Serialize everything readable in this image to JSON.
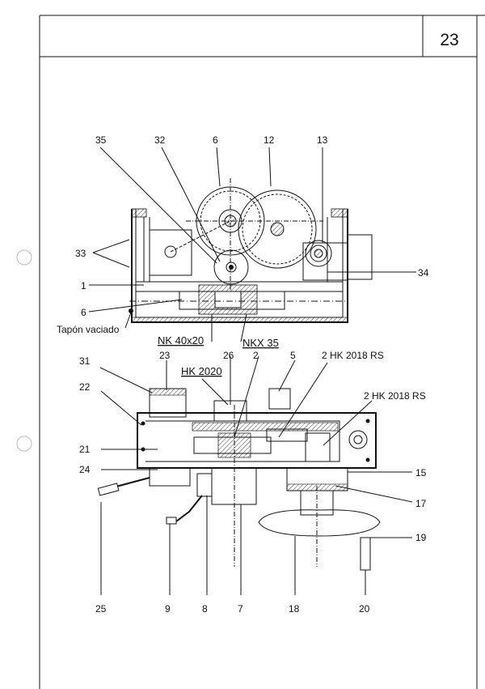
{
  "page": {
    "number": "23"
  },
  "top_view": {
    "labels": {
      "l35": "35",
      "l32": "32",
      "l6a": "6",
      "l12": "12",
      "l13": "13",
      "l33": "33",
      "l34": "34",
      "l1": "1",
      "l6b": "6",
      "tapon": "Tapón vaciado",
      "nk": "NK 40x20",
      "nkx": "NKX 35"
    }
  },
  "side_view": {
    "labels": {
      "l31": "31",
      "l23": "23",
      "l26": "26",
      "l2": "2",
      "l5": "5",
      "hk2018a": "2 HK 2018 RS",
      "hk2020": "HK 2020",
      "hk2018b": "2 HK 2018 RS",
      "l22": "22",
      "l21": "21",
      "l24": "24",
      "l15": "15",
      "l17": "17",
      "l19": "19",
      "l25": "25",
      "l9": "9",
      "l8": "8",
      "l7": "7",
      "l18": "18",
      "l20": "20"
    }
  }
}
